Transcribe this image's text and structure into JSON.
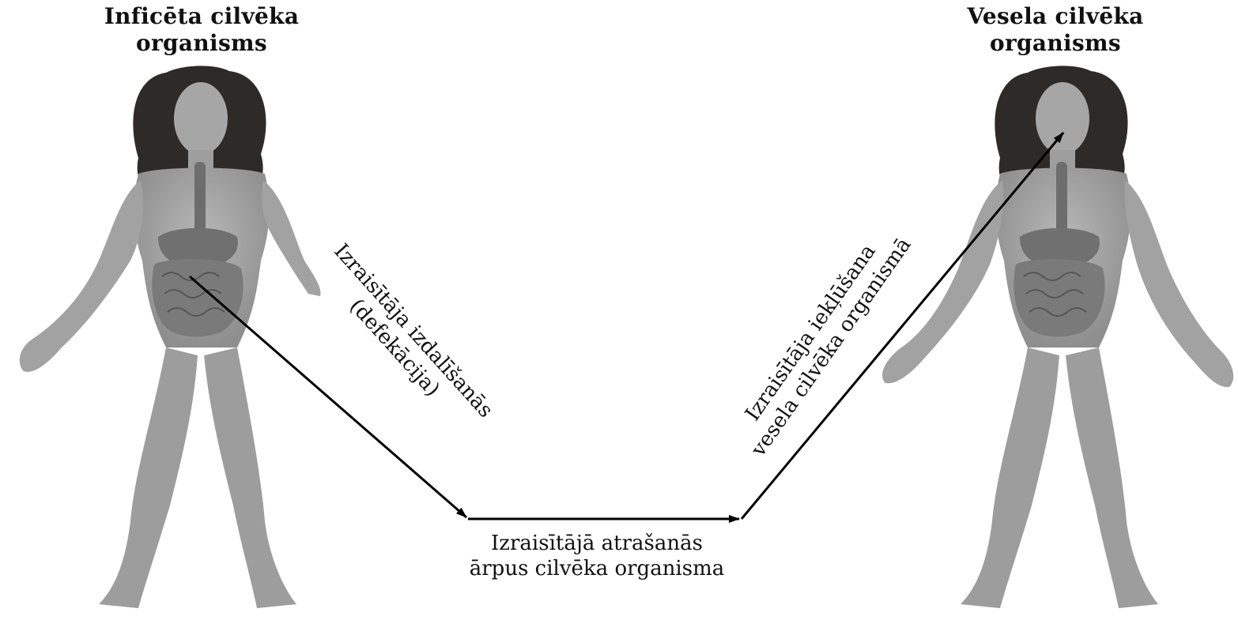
{
  "titles": {
    "infected_line1": "Inficēta cilvēka",
    "infected_line2": "organisms",
    "healthy_line1": "Vesela cilvēka",
    "healthy_line2": "organisms"
  },
  "arrows": {
    "excretion_line1": "Izraisītāja izdalīšanās",
    "excretion_line2": "(defekācija)",
    "environment_line1": "Izraisītājā atrašanās",
    "environment_line2": "ārpus cilvēka organisma",
    "entry_line1": "Izraisītāja iekļūšana",
    "entry_line2": "vesela cilvēka organismā"
  },
  "colors": {
    "skin": "#a9a9a9",
    "hair": "#2e2a27",
    "organs": "#6f6f6f",
    "arrow": "#000000"
  }
}
